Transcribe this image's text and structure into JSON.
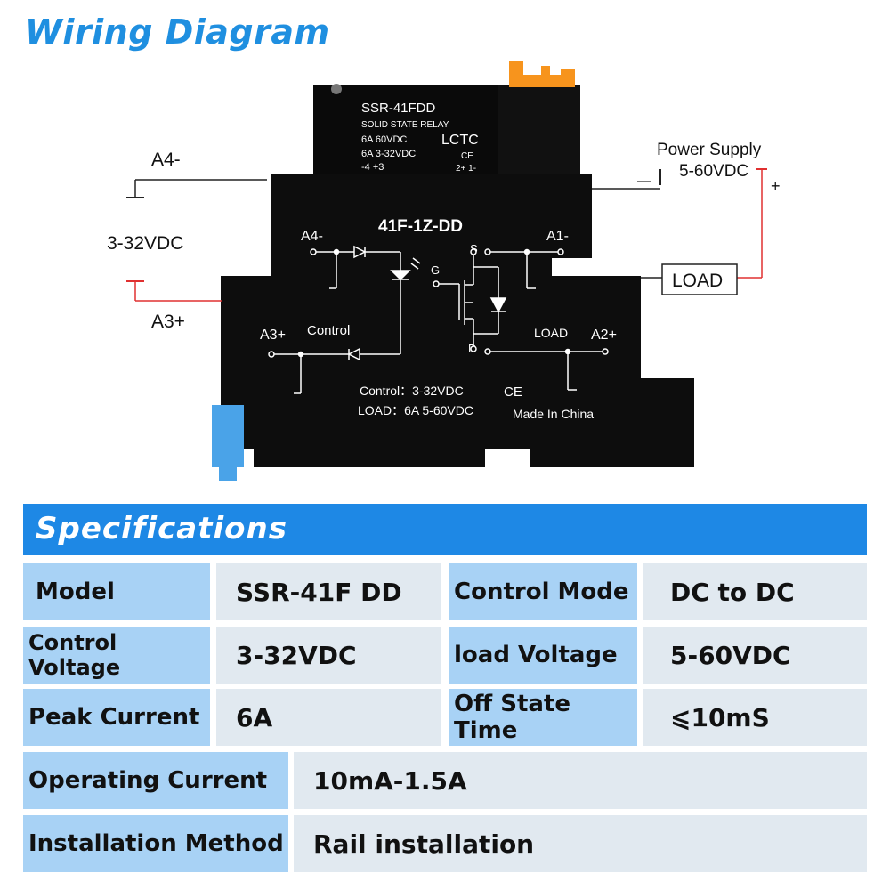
{
  "title": "Wiring Diagram",
  "relay": {
    "model": "SSR-41FDD",
    "type_text": "SOLID STATE RELAY",
    "rating1": "6A 60VDC",
    "rating2": "6A 3-32VDC",
    "pins": "-4  +3",
    "brand": "LCTC",
    "ce": "CE",
    "pins_right": "2+ 1-"
  },
  "base": {
    "model": "41F-1Z-DD",
    "a4": "A4-",
    "a1": "A1-",
    "a3": "A3+",
    "a2": "A2+",
    "s": "S",
    "g": "G",
    "d": "D",
    "control": "Control",
    "load": "LOAD",
    "control_spec": "Control：3-32VDC",
    "load_spec": "LOAD：6A 5-60VDC",
    "ce": "CE",
    "made_in": "Made In China"
  },
  "wiring": {
    "left_a4": "A4-",
    "left_voltage": "3-32VDC",
    "left_a3": "A3+",
    "power_supply": "Power Supply",
    "power_voltage": "5-60VDC",
    "minus": "—",
    "plus": "+",
    "load_box": "LOAD"
  },
  "colors": {
    "accent": "#1e88e5",
    "label_cell": "#a8d2f5",
    "value_cell": "#e1e9f0",
    "wire_red": "#e03030",
    "terminal_orange": "#f7941d",
    "rail_blue": "#4aa3e8"
  },
  "specs": {
    "header": "Specifications",
    "rows": [
      {
        "label": "Model",
        "value": "SSR-41F DD",
        "label2": "Control Mode",
        "value2": "DC to DC"
      },
      {
        "label": "Control Voltage",
        "value": "3-32VDC",
        "label2": "load Voltage",
        "value2": "5-60VDC"
      },
      {
        "label": "Peak Current",
        "value": "6A",
        "label2": "Off State Time",
        "value2": "⩽10mS"
      },
      {
        "label": "Operating Current",
        "value": "10mA-1.5A"
      },
      {
        "label": "Installation Method",
        "value": "Rail installation"
      }
    ]
  }
}
